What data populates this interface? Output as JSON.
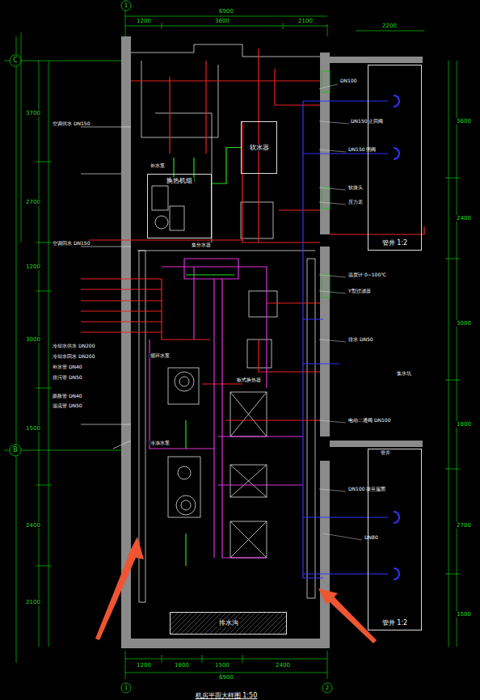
{
  "diagram": {
    "caption": "机房平面大样图 1:50",
    "nodes": [
      {
        "text": [
          "管井 1:2"
        ]
      },
      {
        "text": [
          "管井 1:2"
        ]
      },
      {
        "text": [
          "换热机组"
        ]
      },
      {
        "text": [
          "软水器"
        ]
      },
      {
        "text": [
          "排水沟"
        ]
      }
    ],
    "edges": [
      {
        "from": 2,
        "to": 3,
        "arrow": "none"
      }
    ],
    "labels": [
      "C",
      "B",
      "1",
      "1",
      "2",
      "6900",
      "1200",
      "3600",
      "2100",
      "2200",
      "3700",
      "2700",
      "1200",
      "3000",
      "1500",
      "2400",
      "2100",
      "3600",
      "2400",
      "3000",
      "1800",
      "2700",
      "1500",
      "1200",
      "1800",
      "1500",
      "2400",
      "6900",
      "空调供水 DN150",
      "空调回水 DN150",
      "冷却水供水 DN200",
      "冷却水回水 DN200",
      "补水管 DN40",
      "排污管 DN50",
      "膨胀管 DN40",
      "溢流管 DN50",
      "DN100",
      "DN150 止回阀",
      "DN150 闸阀",
      "软接头",
      "压力表",
      "温度计 0~100℃",
      "Y型过滤器",
      "排水 DN50",
      "集水坑",
      "电动二通阀 DN100",
      "DN100 接至屋面",
      "DN80",
      "管井",
      "补水泵",
      "循环水泵",
      "冷冻水泵",
      "板式换热器",
      "集分水器"
    ]
  }
}
